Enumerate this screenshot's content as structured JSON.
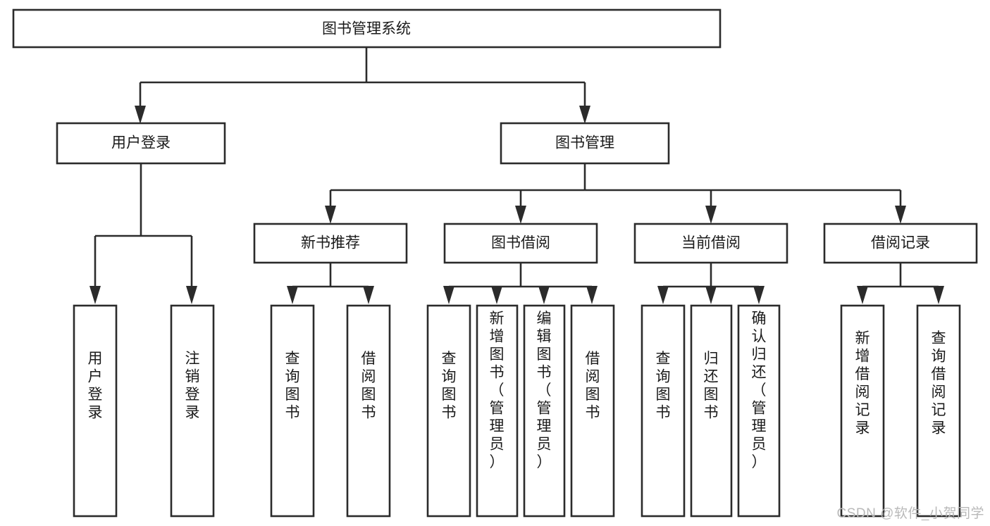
{
  "diagram": {
    "title": "图书管理系统",
    "type": "functional-structure-tree",
    "watermark": "CSDN @软件_小贺同学",
    "colors": {
      "stroke": "#2b2b2b",
      "fill": "#ffffff",
      "text": "#1a1a1a",
      "watermark": "#b9b9b9",
      "background": "#ffffff"
    },
    "root": {
      "label": "图书管理系统"
    },
    "level2": [
      {
        "label": "用户登录"
      },
      {
        "label": "图书管理"
      }
    ],
    "level3": [
      {
        "label": "新书推荐"
      },
      {
        "label": "图书借阅"
      },
      {
        "label": "当前借阅"
      },
      {
        "label": "借阅记录"
      }
    ],
    "leaves": {
      "user_login": [
        {
          "label": "用户登录"
        },
        {
          "label": "注销登录"
        }
      ],
      "new_book_recommend": [
        {
          "label": "查询图书"
        },
        {
          "label": "借阅图书"
        }
      ],
      "book_borrow": [
        {
          "label": "查询图书"
        },
        {
          "label": "新增图书（管理员）"
        },
        {
          "label": "编辑图书（管理员）"
        },
        {
          "label": "借阅图书"
        }
      ],
      "current_borrow": [
        {
          "label": "查询图书"
        },
        {
          "label": "归还图书"
        },
        {
          "label": "确认归还（管理员）"
        }
      ],
      "borrow_record": [
        {
          "label": "新增借阅记录"
        },
        {
          "label": "查询借阅记录"
        }
      ]
    }
  }
}
